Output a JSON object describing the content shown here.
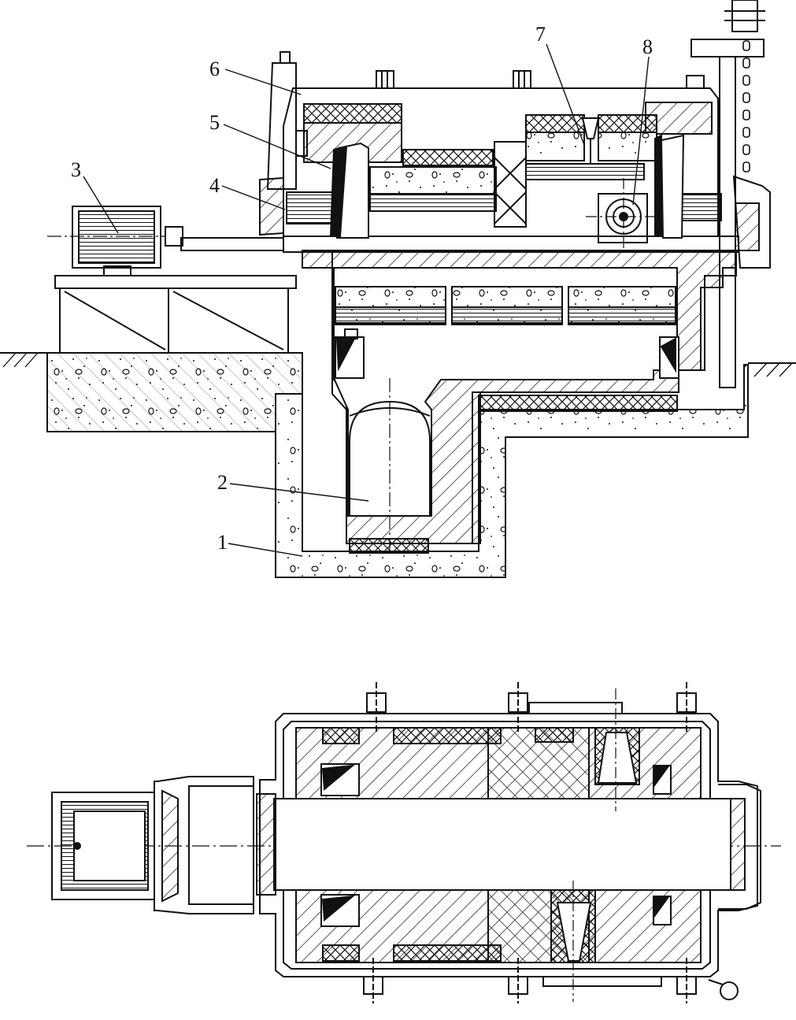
{
  "diagram": {
    "side_section_labels": [
      "1",
      "2",
      "3",
      "4",
      "5",
      "6",
      "7",
      "8"
    ]
  },
  "colors": {
    "ink": "#111111",
    "paper": "#ffffff"
  }
}
